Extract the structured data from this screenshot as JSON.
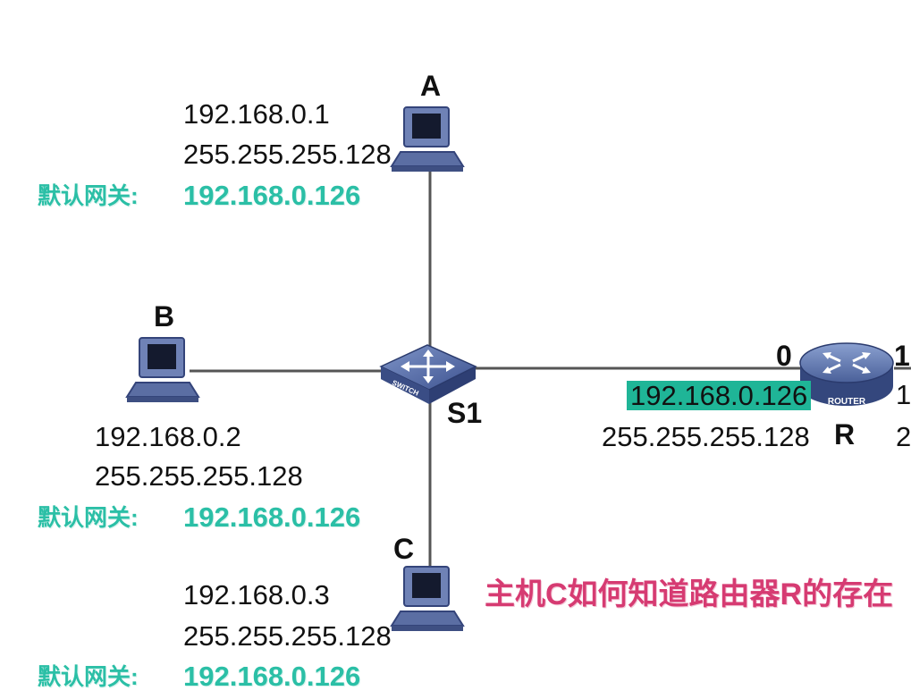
{
  "nodes": {
    "A": {
      "label": "A",
      "ip": "192.168.0.1",
      "mask": "255.255.255.128",
      "gw_label": "默认网关:",
      "gw_ip": "192.168.0.126"
    },
    "B": {
      "label": "B",
      "ip": "192.168.0.2",
      "mask": "255.255.255.128",
      "gw_label": "默认网关:",
      "gw_ip": "192.168.0.126"
    },
    "C": {
      "label": "C",
      "ip": "192.168.0.3",
      "mask": "255.255.255.128",
      "gw_label": "默认网关:",
      "gw_ip": "192.168.0.126"
    }
  },
  "switch": {
    "label": "S1",
    "text": "SWITCH"
  },
  "router": {
    "label": "R",
    "text": "ROUTER",
    "port0": {
      "label": "0",
      "ip": "192.168.0.126",
      "mask": "255.255.255.128"
    },
    "port1": {
      "label": "1",
      "ip_partial": "1",
      "mask_partial": "2"
    }
  },
  "question": "主机C如何知道路由器R的存在",
  "colors": {
    "gateway": "#2bbfa6",
    "highlight": "#1fb597",
    "question": "#d63b72",
    "device": "#4a5d8c"
  }
}
